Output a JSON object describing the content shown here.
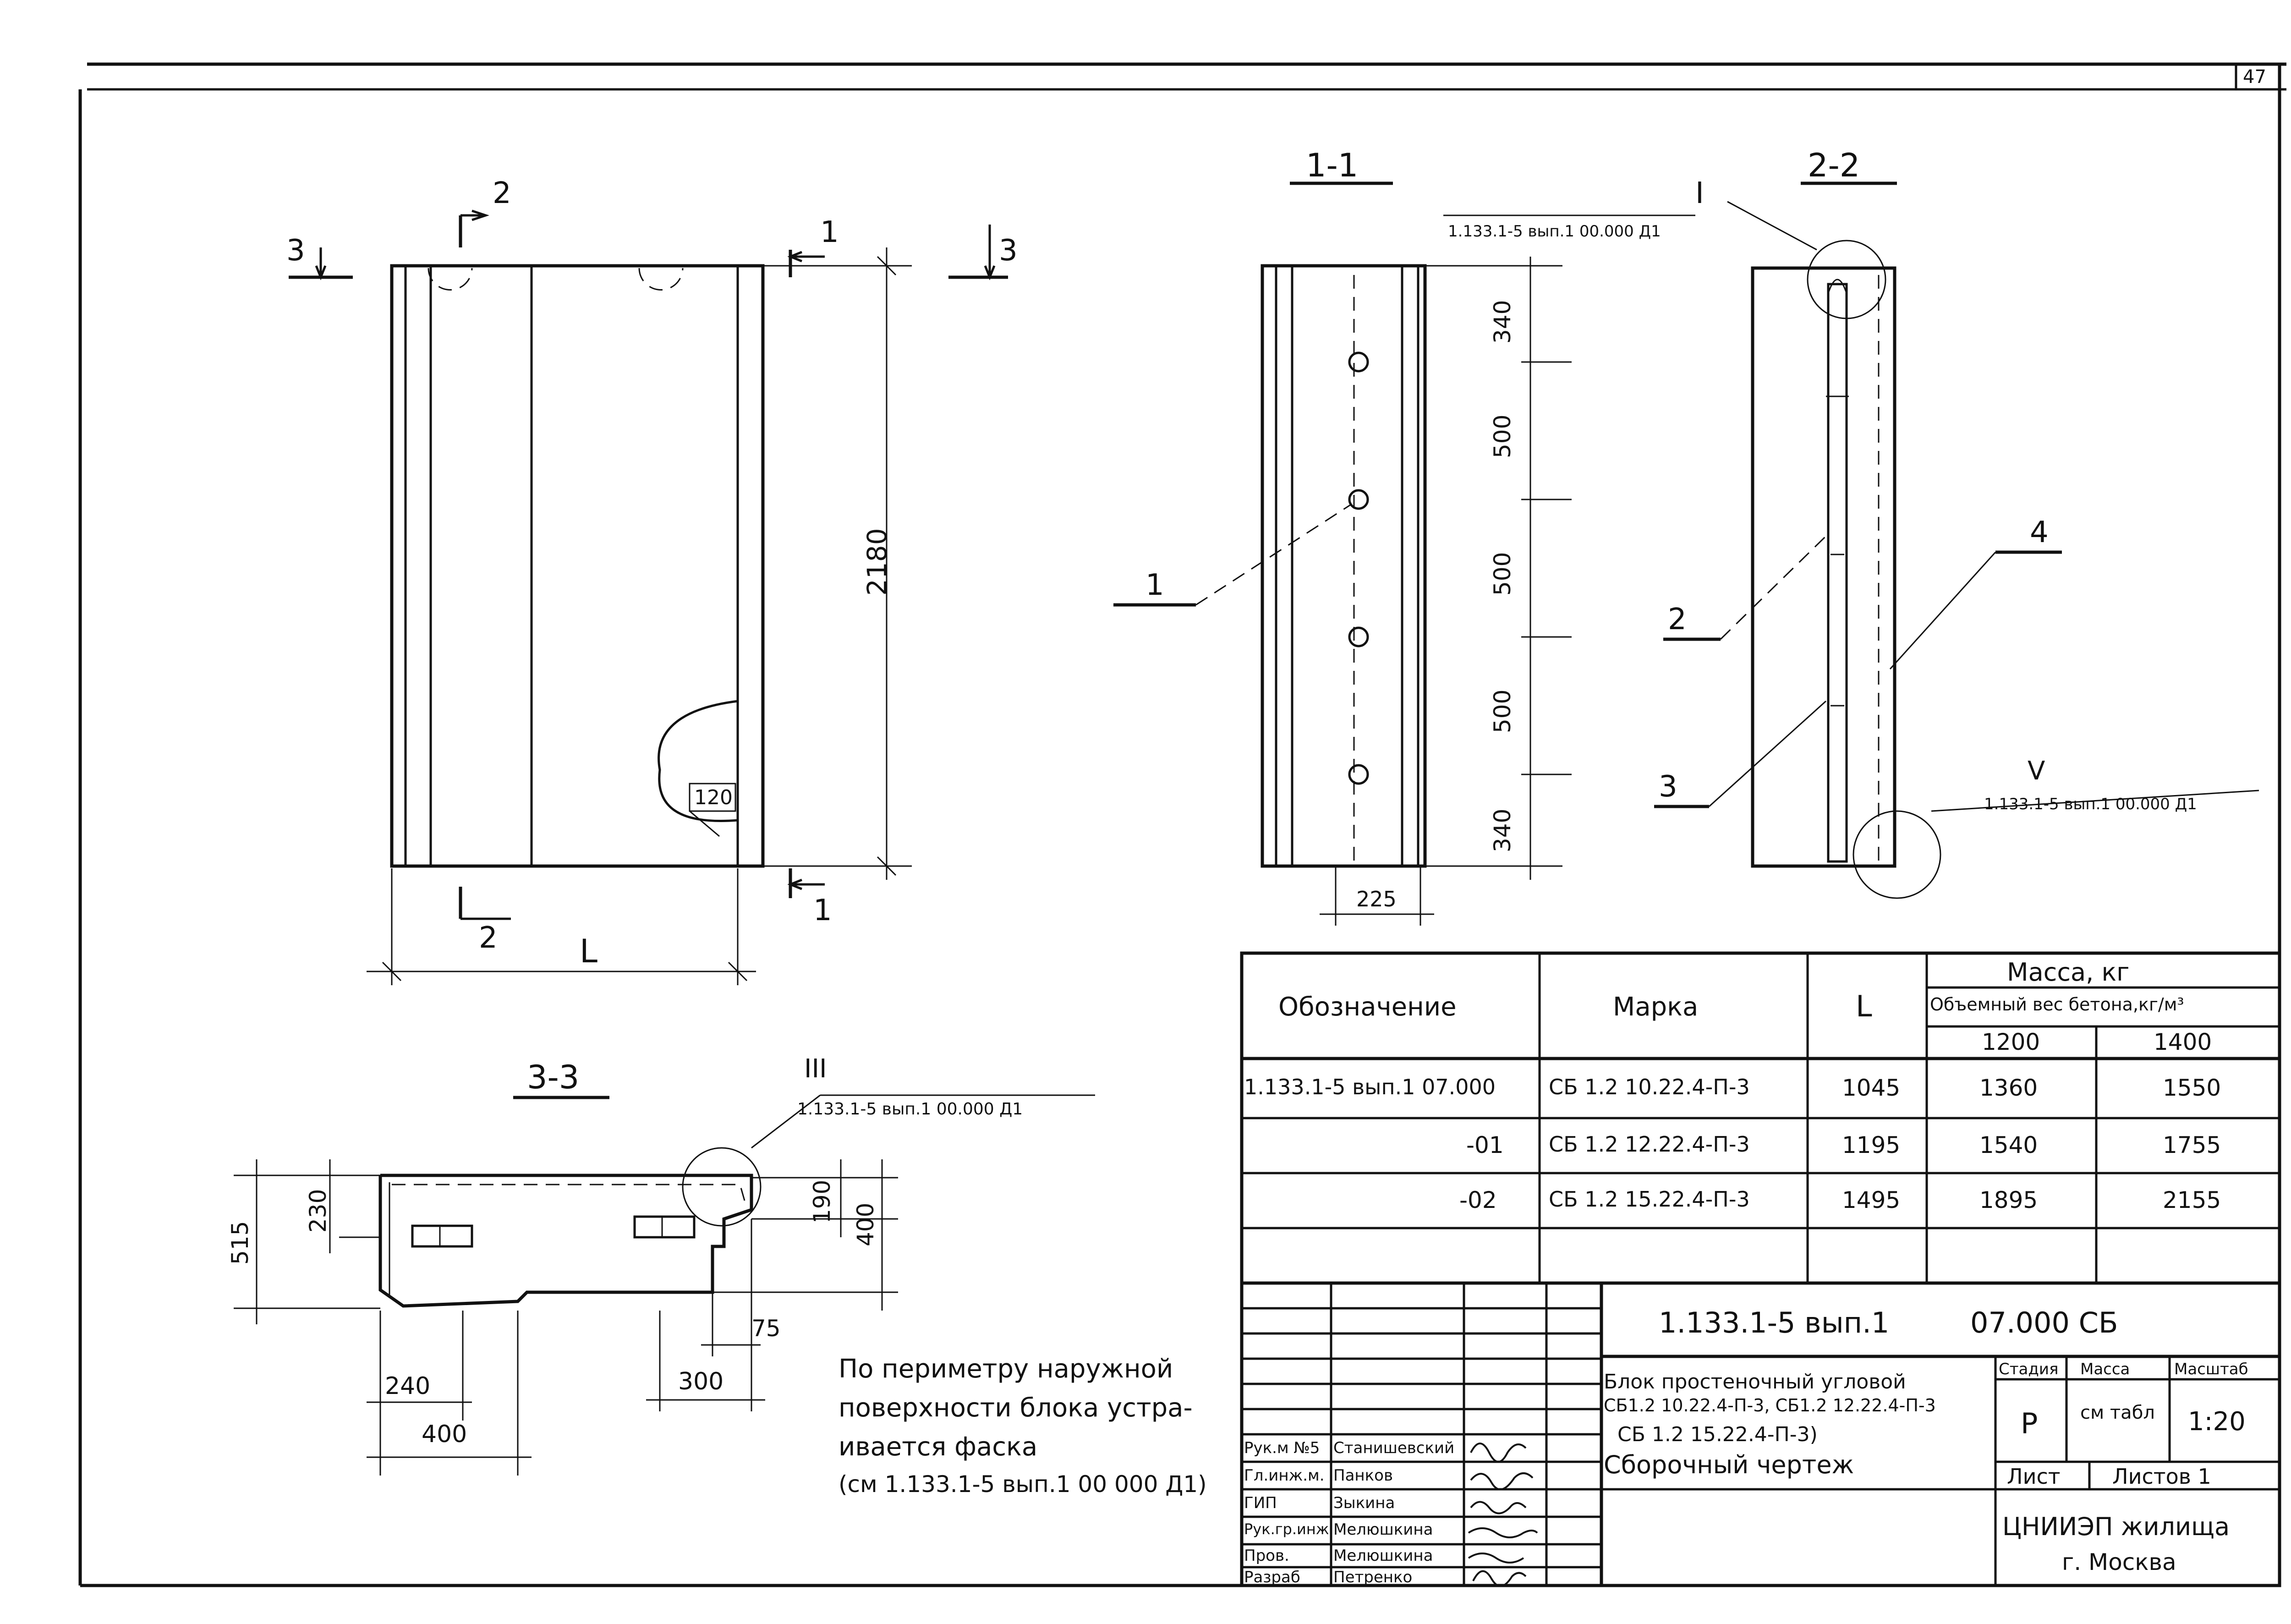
{
  "sheet": {
    "number": "47"
  },
  "front_view": {
    "cut_2": "2",
    "cut_3": "3",
    "cut_1": "1",
    "dim_height": "2180",
    "dim_notch": "120",
    "dim_length": "L"
  },
  "section_1_1": {
    "title": "1-1",
    "ref_note": "1.133.1-5 вып.1 00.000 Д1",
    "leader_1": "1",
    "dims": [
      "340",
      "500",
      "500",
      "500",
      "340"
    ],
    "dim_width": "225"
  },
  "section_2_2": {
    "title": "2-2",
    "node_I": "I",
    "node_V": "V",
    "ref_note_V": "1.133.1-5 вып.1 00.000 Д1",
    "leaders": [
      "2",
      "3",
      "4"
    ]
  },
  "section_3_3": {
    "title": "3-3",
    "node_III": "III",
    "ref_note_III": "1.133.1-5 вып.1 00.000 Д1",
    "dims": {
      "d515": "515",
      "d230": "230",
      "d190": "190",
      "d400r": "400",
      "d75": "75",
      "d240": "240",
      "d400": "400",
      "d300": "300"
    }
  },
  "note": {
    "lines": [
      "По периметру наружной",
      "поверхности блока устра-",
      "ивается  фаска",
      "(см 1.133.1-5 вып.1 00 000 Д1)"
    ]
  },
  "spec_table": {
    "headers": {
      "designation": "Обозначение",
      "mark": "Марка",
      "length": "L",
      "mass": "Масса, кг",
      "density": "Объемный вес бетона,кг/м³",
      "d1": "1200",
      "d2": "1400"
    },
    "rows": [
      {
        "designation": "1.133.1-5 вып.1 07.000",
        "mark": "СБ 1.2 10.22.4-П-3",
        "length": "1045",
        "m1": "1360",
        "m2": "1550"
      },
      {
        "designation": "-01",
        "mark": "СБ 1.2 12.22.4-П-3",
        "length": "1195",
        "m1": "1540",
        "m2": "1755"
      },
      {
        "designation": "-02",
        "mark": "СБ 1.2 15.22.4-П-3",
        "length": "1495",
        "m1": "1895",
        "m2": "2155"
      }
    ]
  },
  "title_block": {
    "code": "1.133.1-5  вып.1",
    "doc": "07.000 СБ",
    "name_lines": [
      "Блок простеночный угловой",
      "СБ1.2 10.22.4-П-3, СБ1.2 12.22.4-П-3",
      "СБ 1.2  15.22.4-П-3)",
      "Сборочный  чертеж"
    ],
    "stage_h": "Стадия",
    "mass_h": "Масса",
    "scale_h": "Масштаб",
    "stage": "Р",
    "mass": "см табл",
    "scale": "1:20",
    "sheet_h": "Лист",
    "sheets_h": "Листов 1",
    "org": "ЦНИИЭП жилища",
    "city": "г. Москва",
    "staff": [
      {
        "role": "Рук.м №5",
        "name": "Станишевский"
      },
      {
        "role": "Гл.инж.м.",
        "name": "Панков"
      },
      {
        "role": "ГИП",
        "name": "Зыкина"
      },
      {
        "role": "Рук.гр.инж",
        "name": "Мелюшкина"
      },
      {
        "role": "Пров.",
        "name": "Мелюшкина"
      },
      {
        "role": "Разраб",
        "name": "Петренко"
      }
    ]
  }
}
